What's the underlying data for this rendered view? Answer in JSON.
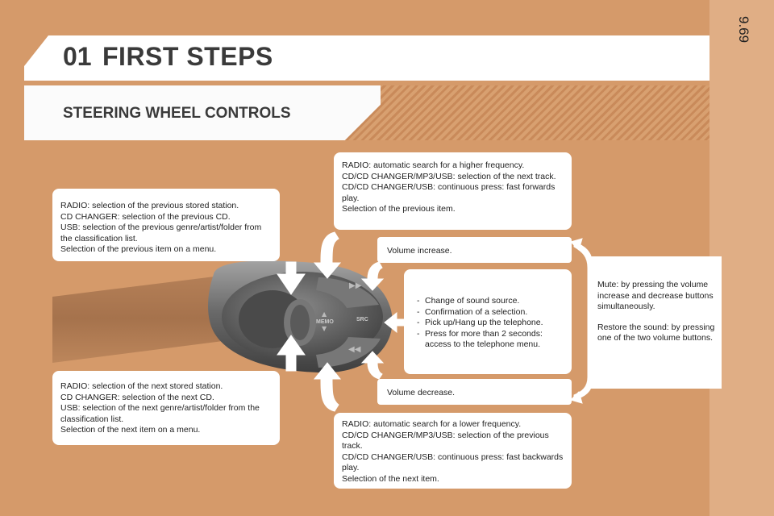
{
  "page": {
    "number": "9.69"
  },
  "header": {
    "number": "01",
    "title": "FIRST STEPS"
  },
  "section": {
    "title": "STEERING WHEEL CONTROLS"
  },
  "control_labels": {
    "memo": "MEMO",
    "src": "SRC"
  },
  "boxes": {
    "left_top": [
      "RADIO: selection of the previous stored station.",
      "CD CHANGER: selection of the previous CD.",
      "USB: selection of the previous genre/artist/folder from the classification list.",
      "Selection of the previous item on a menu."
    ],
    "left_bottom": [
      "RADIO: selection of the next stored station.",
      "CD CHANGER: selection of the next CD.",
      "USB: selection of the next genre/artist/folder from the classification list.",
      "Selection of the next item on a menu."
    ],
    "right_top": [
      "RADIO: automatic search for a higher frequency.",
      "CD/CD CHANGER/MP3/USB: selection of the next track.",
      "CD/CD CHANGER/USB: continuous press: fast forwards play.",
      "Selection of the previous item."
    ],
    "right_bottom": [
      "RADIO: automatic search for a lower frequency.",
      "CD/CD CHANGER/MP3/USB: selection of the previous track.",
      "CD/CD CHANGER/USB: continuous press: fast backwards play.",
      "Selection of the next item."
    ],
    "volume_up": "Volume increase.",
    "volume_down": "Volume decrease.",
    "source": [
      "Change of sound source.",
      "Confirmation of a selection.",
      "Pick up/Hang up the telephone.",
      "Press for more than 2 seconds: access to the telephone menu."
    ],
    "mute": {
      "line1": "Mute: by pressing the volume increase and decrease buttons simultaneously.",
      "line2": "Restore the sound: by pressing one of the two volume buttons."
    }
  },
  "colors": {
    "background": "#d59a6a",
    "box": "#ffffff",
    "arrow": "#ffffff",
    "control": "#6b6b6b"
  }
}
